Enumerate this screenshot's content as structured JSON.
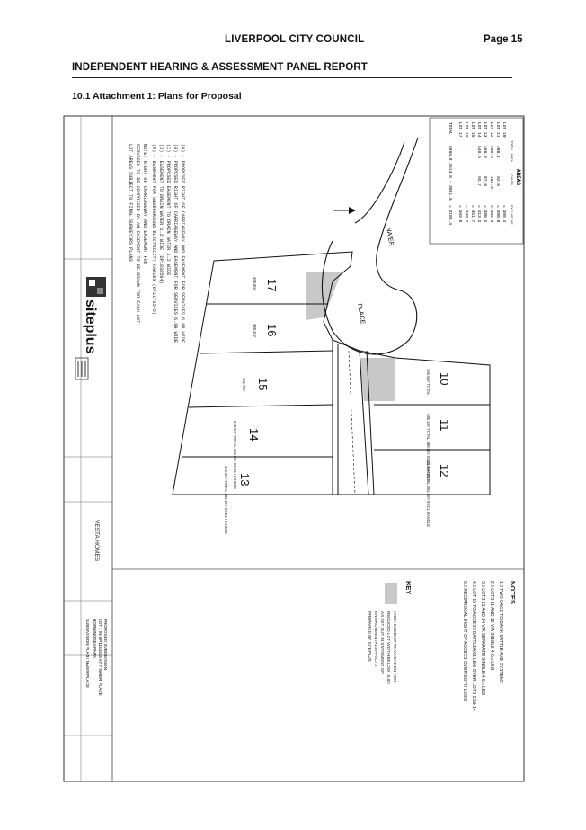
{
  "header": {
    "council": "LIVERPOOL CITY COUNCIL",
    "page": "Page 15",
    "report_title": "INDEPENDENT HEARING & ASSESSMENT PANEL REPORT",
    "attachment": "10.1 Attachment 1:  Plans for Proposal"
  },
  "plan": {
    "logo": "siteplus",
    "client": "VESTA HOMES",
    "project_lines": [
      "PROPOSED SUBDIVISION",
      "LOT 1 IN DP1184318 AT 7 NAIER PLACE",
      "HORNINGSEA PARK",
      "SUBDIVISION PLAN / NAIER PLACE"
    ],
    "easements": [
      "(A)  -  PROPOSED RIGHT OF CARRIAGEWAY AND EASEMENT FOR SERVICES 6.68 WIDE",
      "(B)  -  PROPOSED RIGHT OF CARRIAGEWAY AND EASEMENT FOR SERVICES 6.69 WIDE",
      "(C)  -  PROPOSED EASEMENT TO DRAIN WATER 1.2 WIDE",
      "(D)  -  EASEMENT TO DRAIN WATER 1.2 WIDE  (DP1038564)",
      "(E)  -  EASEMENT FOR UNDERGROUND ELECTRICITY CABLES  (DP1173545)",
      "NOTE: RIGHT OF CARRIAGEWAY AND EASEMENT FOR",
      "SERVICES TO BE COMPRISED BY AN EASEMENT TO BE DRAWN FOR EACH LOT",
      "LOT AREAS SUBJECT TO FINAL SURVEYORS PLANS"
    ],
    "areas": {
      "title": "AREAS",
      "columns": [
        "",
        "TOTAL AREA",
        "CNLEG",
        "EXCLUSIVE"
      ],
      "rows": [
        [
          "LOT 10",
          "",
          "",
          "= 388.4"
        ],
        [
          "LOT 11",
          "480.1",
          "92.6",
          "= 380.8"
        ],
        [
          "LOT 12",
          "468.8",
          "103.9",
          "= 364.9"
        ],
        [
          "LOT 13",
          "466.8",
          "87.6",
          "= 380.2"
        ],
        [
          "LOT 14",
          "548.9",
          "92.7",
          "= 413.2"
        ],
        [
          "LOT 15",
          "-",
          "",
          "= 451.7"
        ],
        [
          "LOT 16",
          "-",
          "",
          "= 399.2"
        ],
        [
          "LOT 17",
          "-",
          "",
          "= 369.8"
        ],
        [
          "TOTAL",
          "5865.8  3514.8  -  3051.6",
          "",
          "= 3108.4"
        ]
      ]
    },
    "lots": [
      "10",
      "11",
      "12",
      "13",
      "14",
      "15",
      "16",
      "17"
    ],
    "lot_areas": {
      "10": "366.6m² TOTAL",
      "11": "480.1m² TOTAL 388.8m² EXCL HANDLE",
      "12": "468.8m² TOTAL 364.9m² EXCL HANDLE",
      "13": "466.8m² TOTAL 380.2m² EXCL HANDLE",
      "14": "548.9m² TOTAL 413.2m² EXCL HANDLE",
      "15": "451.7m²",
      "16": "399.2m²",
      "17": "369.8m²"
    },
    "road_name": [
      "NAIER",
      "PLACE"
    ],
    "notes_title": "NOTES",
    "notes": [
      "1.0   TWO BACK TO BACK BATTLE AXE SYSTEMS",
      "2.0   LOTS 11 AND 12 VIA SINGLE 4.0m LEG",
      "3.0   LOTS 13 AND 14 VIA SEPARATE SINGLE 4.0m LEG",
      "4.0   LOT 15 TO ACCESS BATTLEAXE LEG OVER LOTS 13 & 14",
      "5.0   RECIPROCAL RIGHT OF ACCESS OVER BOTH LEGS"
    ],
    "key_title": "KEY",
    "key_text": [
      "AREA SUBJECT TO VARIATION FOR",
      "REDUCED LOT WIDTH BELOW 15.0m",
      "AS SET OUT IN STATEMENT OF",
      "ENVIRONMENTAL EFFECTS",
      "PREPARED BY SITEPLUS"
    ]
  }
}
